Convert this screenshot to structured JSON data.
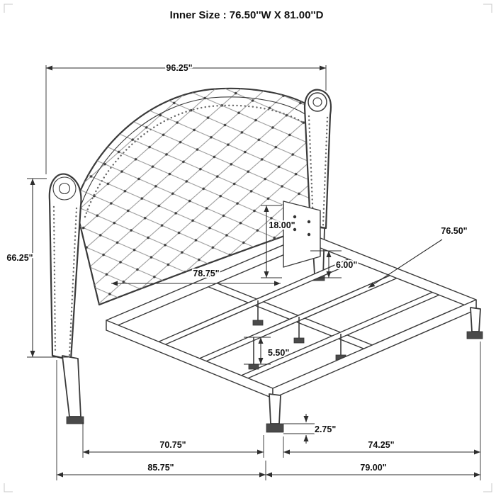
{
  "title": "Inner Size : 76.50''W X 81.00''D",
  "dims": {
    "overall_width": "96.25\"",
    "headboard_height": "66.25\"",
    "bracket_height": "18.00\"",
    "inner_headboard_width": "78.75\"",
    "slat_length": "76.50\"",
    "side_rail_height": "6.00\"",
    "center_rail_height": "5.50\"",
    "foot_height": "2.75\"",
    "inner_length_head": "70.75\"",
    "inner_length_foot": "74.25\"",
    "overall_length_head": "85.75\"",
    "overall_length_foot": "79.00\""
  },
  "colors": {
    "line": "#3a3a3a",
    "text": "#111111",
    "background": "#ffffff"
  }
}
